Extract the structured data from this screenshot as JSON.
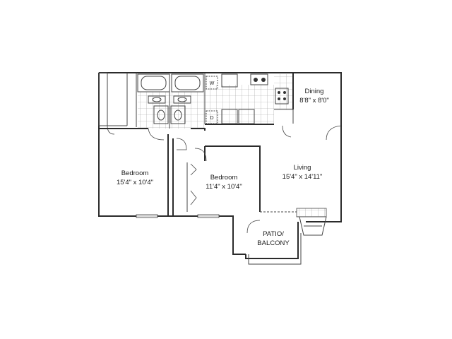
{
  "rooms": {
    "dining": {
      "name": "Dining",
      "size": "8'8\" x 8'0\""
    },
    "living": {
      "name": "Living",
      "size": "15'4\" x 14'11\""
    },
    "bedroom1": {
      "name": "Bedroom",
      "size": "15'4\" x 10'4\""
    },
    "bedroom2": {
      "name": "Bedroom",
      "size": "11'4\" x 10'4\""
    },
    "patio": {
      "line1": "PATIO/",
      "line2": "BALCONY"
    }
  },
  "appliances": {
    "washer": "W",
    "dryer": "D"
  }
}
